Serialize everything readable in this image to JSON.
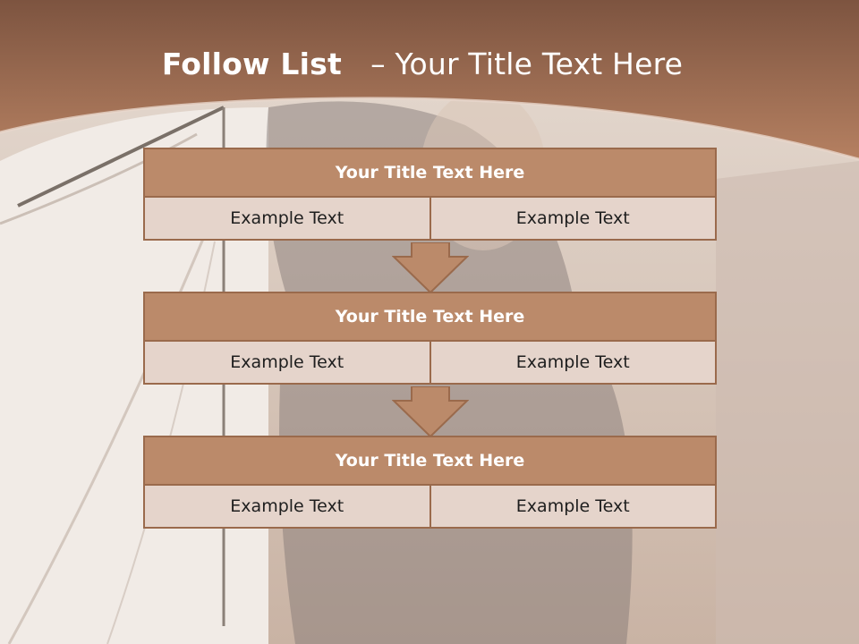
{
  "slide": {
    "title_bold": "Follow List",
    "title_rest": "– Your Title Text Here"
  },
  "blocks": [
    {
      "title": "Your Title Text Here",
      "left": "Example Text",
      "right": "Example Text"
    },
    {
      "title": "Your Title Text Here",
      "left": "Example Text",
      "right": "Example Text"
    },
    {
      "title": "Your Title Text Here",
      "left": "Example Text",
      "right": "Example Text"
    }
  ],
  "colors": {
    "brand_brown": "#b07e5e",
    "header_fill": "#bb8a6a",
    "cell_fill": "#e5d4cb",
    "border": "#9a6a4c"
  },
  "icons": {
    "arrow": "down-arrow-icon",
    "umbrella": "umbrella-photo"
  }
}
